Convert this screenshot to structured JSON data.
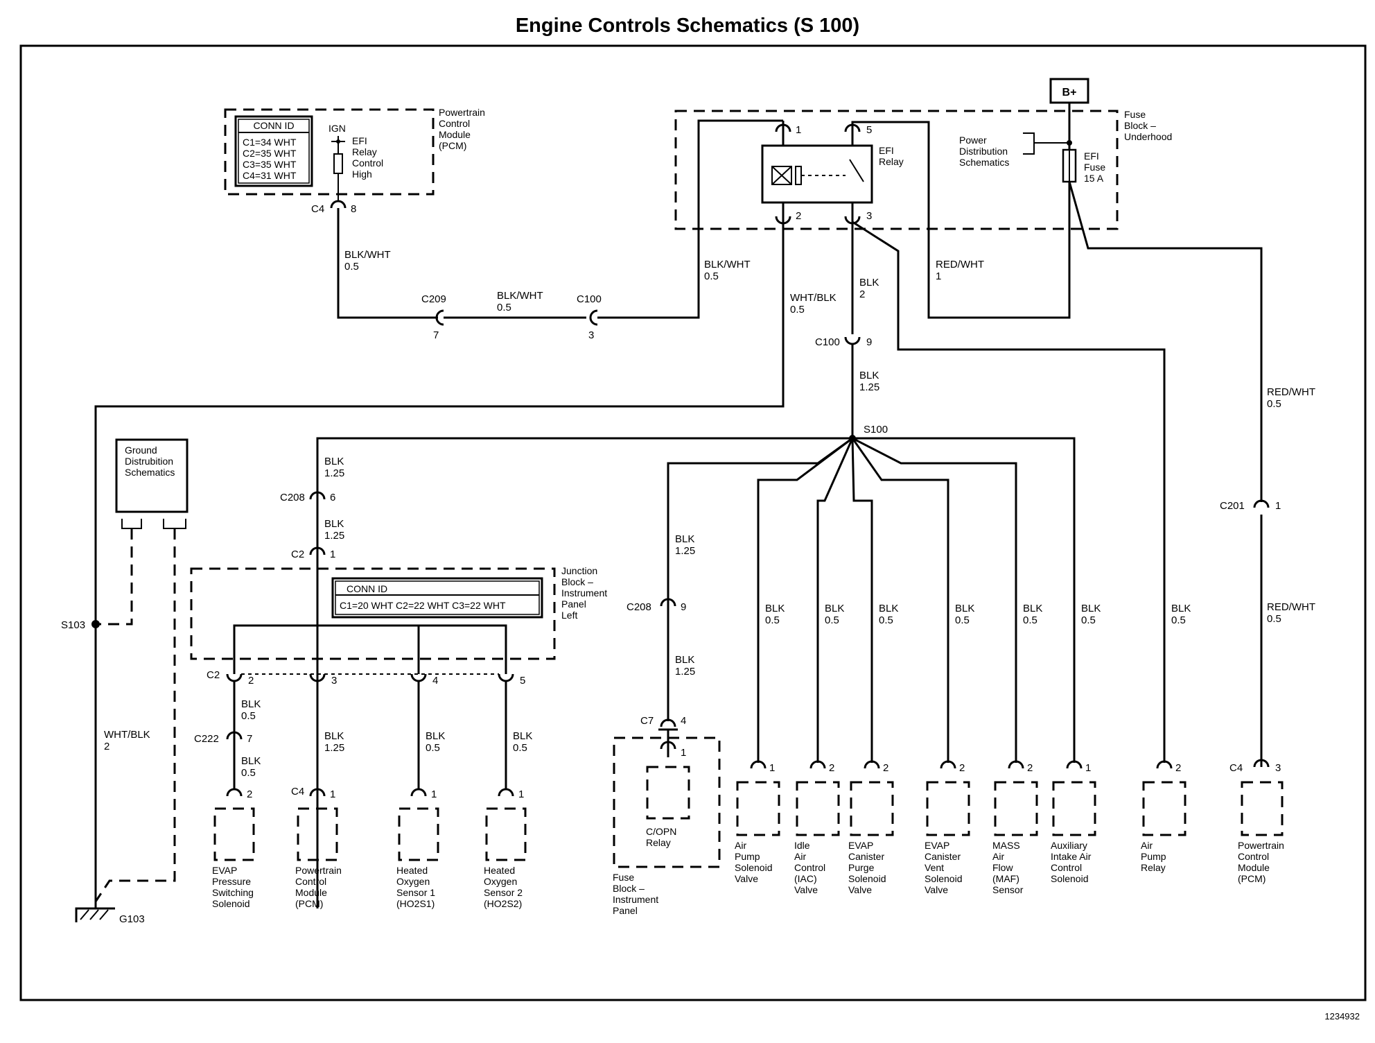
{
  "title": "Engine Controls Schematics (S 100)",
  "figure_id": "1234932",
  "top_left": {
    "conn_id_header": "CONN ID",
    "conn_ids": [
      "C1=34 WHT",
      "C2=35 WHT",
      "C3=35 WHT",
      "C4=31 WHT"
    ],
    "module": [
      "Powertrain",
      "Control",
      "Module",
      "(PCM)"
    ],
    "ign": "IGN",
    "function": [
      "EFI",
      "Relay",
      "Control",
      "High"
    ],
    "conn": "C4",
    "pin": "8",
    "wire": [
      "BLK/WHT",
      "0.5"
    ],
    "c209": "C209",
    "c209_pin": "7",
    "mid_wire": [
      "BLK/WHT",
      "0.5"
    ],
    "c100": "C100",
    "c100_pin": "3"
  },
  "fuse_block": {
    "bplus": "B+",
    "name": [
      "Fuse",
      "Block –",
      "Underhood"
    ],
    "power_dist": [
      "Power",
      "Distribution",
      "Schematics"
    ],
    "fuse": [
      "EFI",
      "Fuse",
      "15 A"
    ],
    "relay": [
      "EFI",
      "Relay"
    ],
    "pins": [
      "1",
      "5",
      "2",
      "3"
    ],
    "wire_right": [
      "BLK/WHT",
      "0.5"
    ],
    "wire_2": [
      "WHT/BLK",
      "0.5"
    ],
    "wire_3": [
      "BLK",
      "2"
    ],
    "wire_fuse": [
      "RED/WHT",
      "1"
    ],
    "wire_pcm": [
      "RED/WHT",
      "0.5"
    ]
  },
  "center": {
    "c100": "C100",
    "c100_pin": "9",
    "wire": [
      "BLK",
      "1.25"
    ],
    "splice": "S100"
  },
  "ground": {
    "box": [
      "Ground",
      "Distrubition",
      "Schematics"
    ],
    "s103": "S103",
    "wire": [
      "WHT/BLK",
      "2"
    ],
    "g103": "G103"
  },
  "junction": {
    "c208": "C208",
    "c208_pin": "6",
    "w1": [
      "BLK",
      "1.25"
    ],
    "w2": [
      "BLK",
      "1.25"
    ],
    "c2": "C2",
    "c2_pin": "1",
    "conn_id_header": "CONN ID",
    "conn_ids": "C1=20 WHT  C2=22 WHT  C3=22 WHT",
    "name": [
      "Junction",
      "Block –",
      "Instrument",
      "Panel",
      "Left"
    ],
    "c2b": "C2",
    "pins": [
      "2",
      "3",
      "4",
      "5"
    ],
    "branch1": {
      "w": [
        "BLK",
        "0.5"
      ],
      "conn": "C222",
      "pin": "7",
      "w2": [
        "BLK",
        "0.5"
      ],
      "cpin": "2",
      "label": [
        "EVAP",
        "Pressure",
        "Switching",
        "Solenoid"
      ]
    },
    "branch2": {
      "w": [
        "BLK",
        "1.25"
      ],
      "conn": "C4",
      "cpin": "1",
      "label": [
        "Powertrain",
        "Control",
        "Module",
        "(PCM)"
      ]
    },
    "branch3": {
      "w": [
        "BLK",
        "0.5"
      ],
      "cpin": "1",
      "label": [
        "Heated",
        "Oxygen",
        "Sensor 1",
        "(HO2S1)"
      ]
    },
    "branch4": {
      "w": [
        "BLK",
        "0.5"
      ],
      "cpin": "1",
      "label": [
        "Heated",
        "Oxygen",
        "Sensor 2",
        "(HO2S2)"
      ]
    }
  },
  "copn": {
    "w1": [
      "BLK",
      "1.25"
    ],
    "conn": "C208",
    "pin": "9",
    "w2": [
      "BLK",
      "1.25"
    ],
    "c7": "C7",
    "c7_pin": "4",
    "pin2": "1",
    "label": [
      "C/OPN",
      "Relay"
    ],
    "block": [
      "Fuse",
      "Block –",
      "Instrument",
      "Panel"
    ]
  },
  "loads": [
    {
      "wire": [
        "BLK",
        "0.5"
      ],
      "pin": "1",
      "label": [
        "Air",
        "Pump",
        "Solenoid",
        "Valve"
      ]
    },
    {
      "wire": [
        "BLK",
        "0.5"
      ],
      "pin": "2",
      "label": [
        "Idle",
        "Air",
        "Control",
        "(IAC)",
        "Valve"
      ]
    },
    {
      "wire": [
        "BLK",
        "0.5"
      ],
      "pin": "2",
      "label": [
        "EVAP",
        "Canister",
        "Purge",
        "Solenoid",
        "Valve"
      ]
    },
    {
      "wire": [
        "BLK",
        "0.5"
      ],
      "pin": "2",
      "label": [
        "EVAP",
        "Canister",
        "Vent",
        "Solenoid",
        "Valve"
      ]
    },
    {
      "wire": [
        "BLK",
        "0.5"
      ],
      "pin": "2",
      "label": [
        "MASS",
        "Air",
        "Flow",
        "(MAF)",
        "Sensor"
      ]
    },
    {
      "wire": [
        "BLK",
        "0.5"
      ],
      "pin": "1",
      "label": [
        "Auxiliary",
        "Intake Air",
        "Control",
        "Solenoid"
      ]
    },
    {
      "wire": [
        "BLK",
        "0.5"
      ],
      "pin": "2",
      "label": [
        "Air",
        "Pump",
        "Relay"
      ]
    }
  ],
  "pcm_right": {
    "c201": "C201",
    "c201_pin": "1",
    "wire": [
      "RED/WHT",
      "0.5"
    ],
    "conn": "C4",
    "pin": "3",
    "label": [
      "Powertrain",
      "Control",
      "Module",
      "(PCM)"
    ]
  }
}
